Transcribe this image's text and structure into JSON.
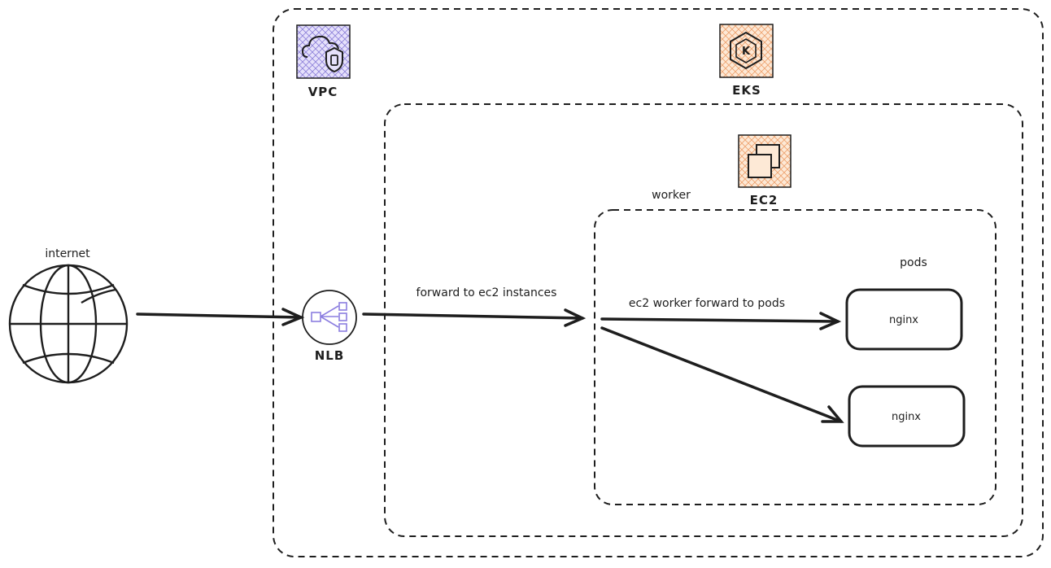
{
  "labels": {
    "internet": "internet",
    "nlb": "NLB",
    "vpc": "VPC",
    "eks": "EKS",
    "ec2": "EC2",
    "worker": "worker",
    "pods": "pods",
    "forward_ec2": "forward to ec2 instances",
    "forward_pods": "ec2 worker forward to pods"
  },
  "pods": [
    {
      "label": "nginx"
    },
    {
      "label": "nginx"
    }
  ],
  "icons": {
    "vpc": "vpc-cloud-shield-icon",
    "eks": "eks-kubernetes-icon",
    "ec2": "ec2-instance-icon",
    "nlb": "load-balancer-icon",
    "internet": "globe-icon"
  },
  "colors": {
    "stroke": "#1e1e1e",
    "vpc_accent": "#6c5fc7",
    "vpc_fill": "#dcd6f7",
    "aws_orange": "#e8874a",
    "aws_orange_fill": "#fde3cc",
    "nlb_accent": "#8c7ee0"
  }
}
